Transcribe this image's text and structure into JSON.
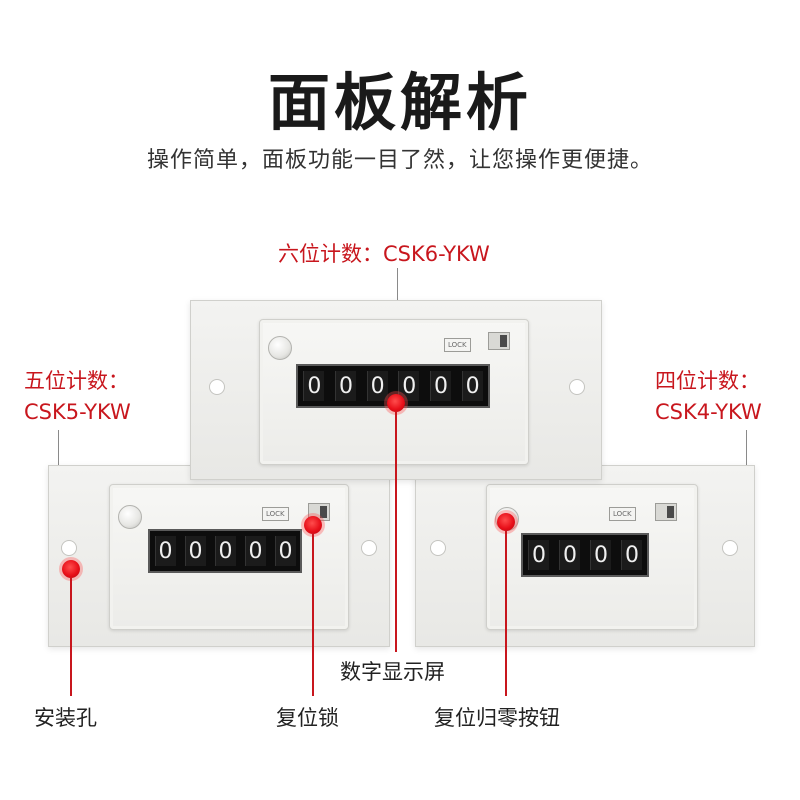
{
  "heading": {
    "title": "面板解析",
    "subtitle": "操作简单，面板功能一目了然，让您操作更便捷。"
  },
  "models": {
    "six": {
      "label": "六位计数：CSK6-YKW",
      "digits": [
        "0",
        "0",
        "0",
        "0",
        "0",
        "0"
      ],
      "lock_text": "LOCK"
    },
    "five": {
      "label_line1": "五位计数：",
      "label_line2": "CSK5-YKW",
      "digits": [
        "0",
        "0",
        "0",
        "0",
        "0"
      ],
      "lock_text": "LOCK"
    },
    "four": {
      "label_line1": "四位计数：",
      "label_line2": "CSK4-YKW",
      "digits": [
        "0",
        "0",
        "0",
        "0"
      ],
      "lock_text": "LOCK"
    }
  },
  "callouts": {
    "display": "数字显示屏",
    "mount_hole": "安装孔",
    "reset_lock": "复位锁",
    "reset_button": "复位归零按钮"
  },
  "colors": {
    "accent_red": "#c8161d",
    "text_dark": "#1a1a1a"
  }
}
